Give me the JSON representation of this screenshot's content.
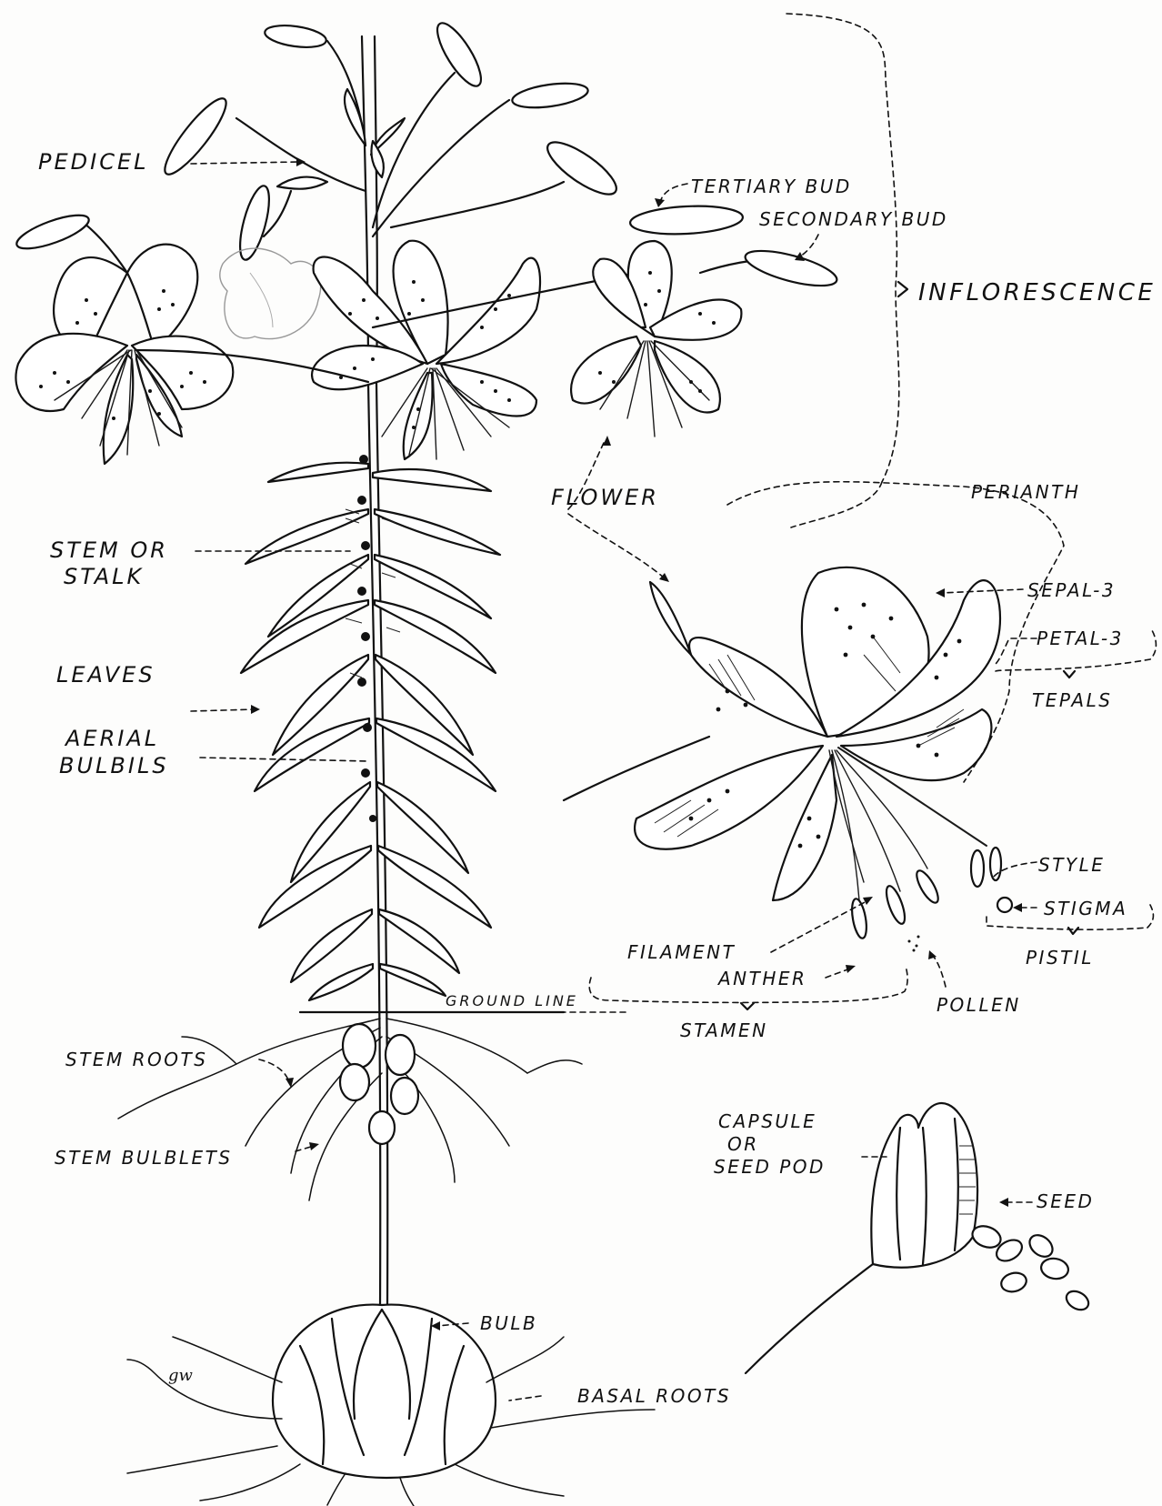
{
  "labels": {
    "pedicel": "PEDICEL",
    "tertiary_bud": "TERTIARY BUD",
    "secondary_bud": "SECONDARY BUD",
    "inflorescence": "INFLORESCENCE",
    "flower": "FLOWER",
    "perianth": "PERIANTH",
    "stem_or_stalk_1": "STEM   OR",
    "stem_or_stalk_2": "STALK",
    "sepal": "SEPAL-3",
    "petal": "PETAL-3",
    "tepals": "TEPALS",
    "leaves": "LEAVES",
    "aerial_bulbils_1": "AERIAL",
    "aerial_bulbils_2": "BULBILS",
    "style": "STYLE",
    "stigma": "STIGMA",
    "pistil": "PISTIL",
    "filament": "FILAMENT",
    "anther": "ANTHER",
    "pollen": "POLLEN",
    "stamen": "STAMEN",
    "stem_roots": "STEM ROOTS",
    "ground_line": "GROUND  LINE",
    "capsule_1": "CAPSULE",
    "capsule_2": "OR",
    "capsule_3": "SEED POD",
    "seed": "SEED",
    "stem_bulblets": "STEM BULBLETS",
    "bulb": "BULB",
    "basal_roots": "BASAL ROOTS"
  },
  "signature": "gw"
}
